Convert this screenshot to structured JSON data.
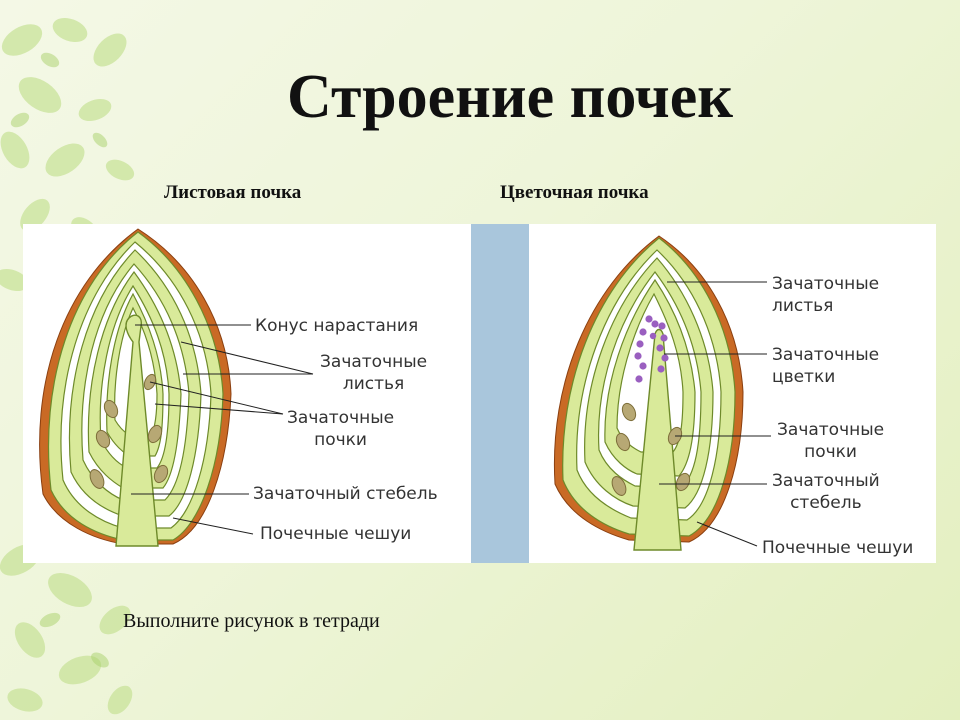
{
  "title": "Строение почек",
  "leaf_bud": {
    "heading": "Листовая почка",
    "labels": {
      "growth_cone": "Конус нарастания",
      "embryo_leaves": "Зачаточные\nлистья",
      "embryo_buds": "Зачаточные\nпочки",
      "embryo_stem": "Зачаточный стебель",
      "bud_scales": "Почечные чешуи"
    }
  },
  "flower_bud": {
    "heading": "Цветочная почка",
    "labels": {
      "embryo_leaves": "Зачаточные\nлистья",
      "embryo_flowers": "Зачаточные\nцветки",
      "embryo_buds": "Зачаточные\nпочки",
      "embryo_stem": "Зачаточный\nстебель",
      "bud_scales": "Почечные чешуи"
    }
  },
  "footer": "Выполните рисунок в тетради",
  "colors": {
    "leaf_fill": "#d9ea9a",
    "leaf_outline": "#6e8a2a",
    "scale_brown": "#b0551a",
    "bud_dot": "#b7a874",
    "flower_dot": "#9a5fc0"
  }
}
